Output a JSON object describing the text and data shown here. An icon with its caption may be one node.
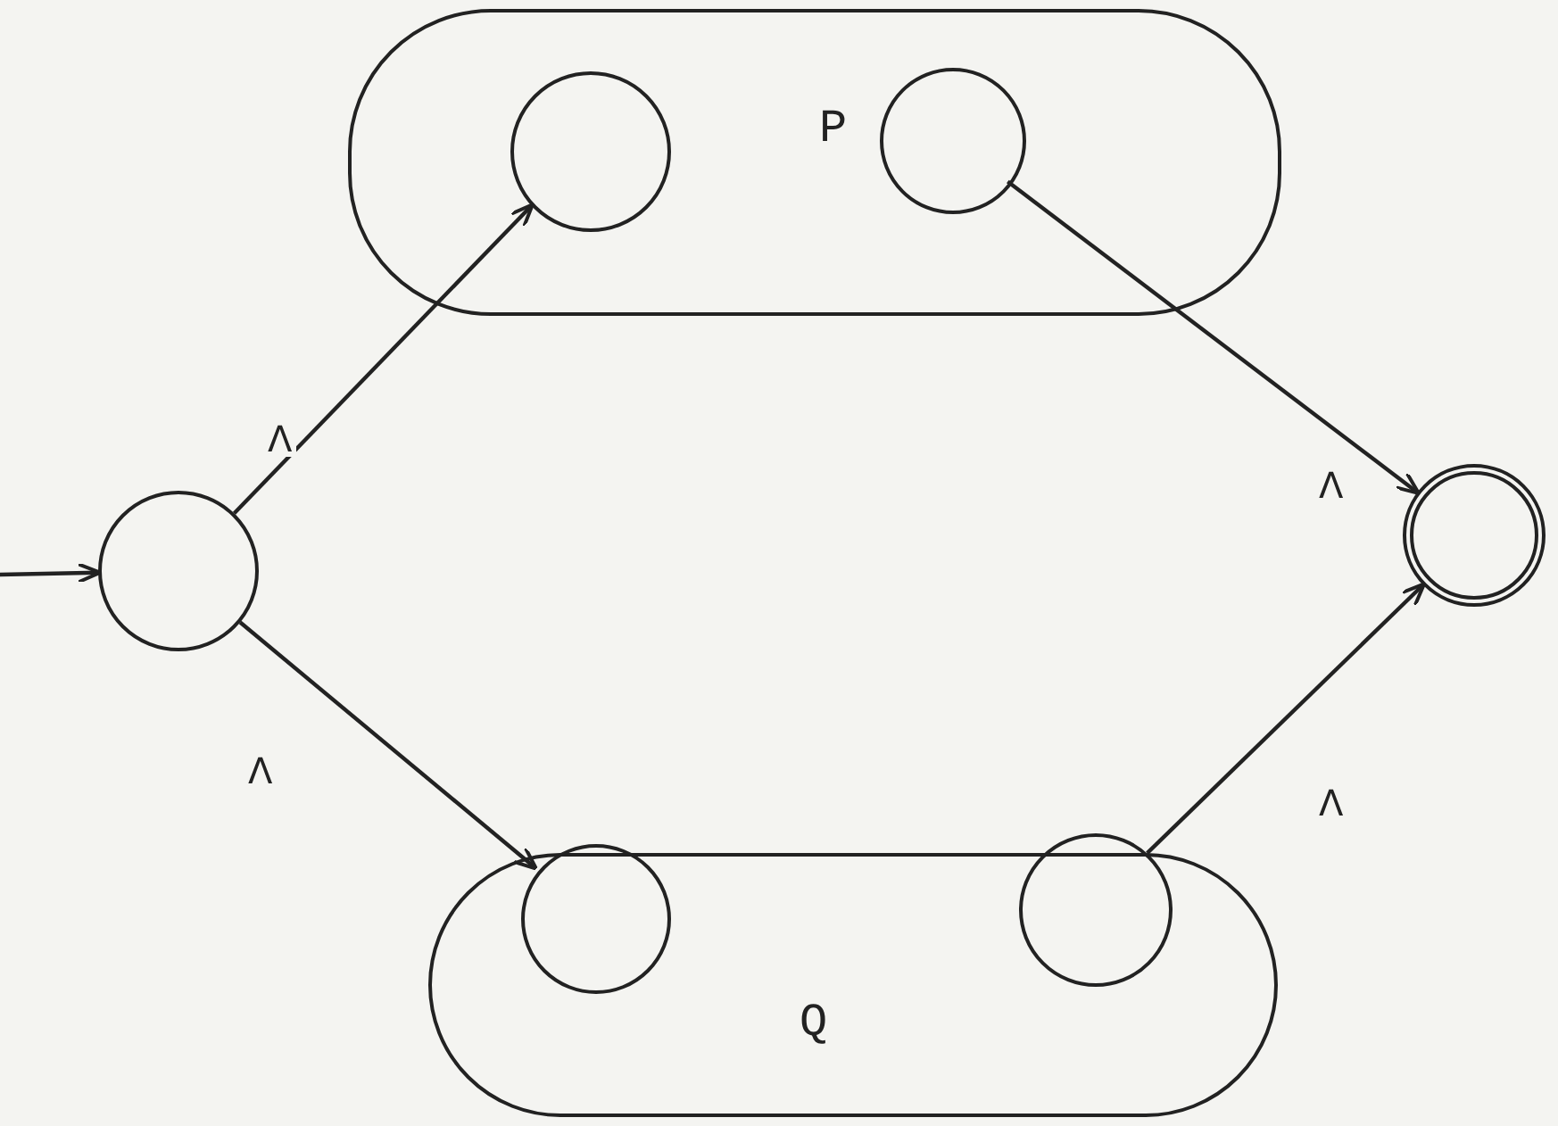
{
  "diagram": {
    "nodes": [
      {
        "text": [
          "P"
        ]
      },
      {
        "text": [],
        "shape": "circle",
        "in": 0
      },
      {
        "text": [],
        "shape": "circle",
        "in": 0
      },
      {
        "text": [],
        "shape": "circle"
      },
      {
        "text": [],
        "shape": "circle"
      },
      {
        "text": [
          "Q"
        ]
      },
      {
        "text": [],
        "shape": "circle",
        "in": 5
      },
      {
        "text": [],
        "shape": "circle",
        "in": 5
      }
    ],
    "edges": [
      {
        "from": null,
        "to": 3,
        "arrow": "to"
      },
      {
        "from": 3,
        "to": 1,
        "arrow": "to",
        "label": "Λ"
      },
      {
        "from": 3,
        "to": 6,
        "arrow": "to",
        "label": "Λ"
      },
      {
        "from": 2,
        "to": 4,
        "arrow": "to",
        "label": "Λ"
      },
      {
        "from": 7,
        "to": 4,
        "arrow": "to",
        "label": "Λ"
      }
    ]
  }
}
